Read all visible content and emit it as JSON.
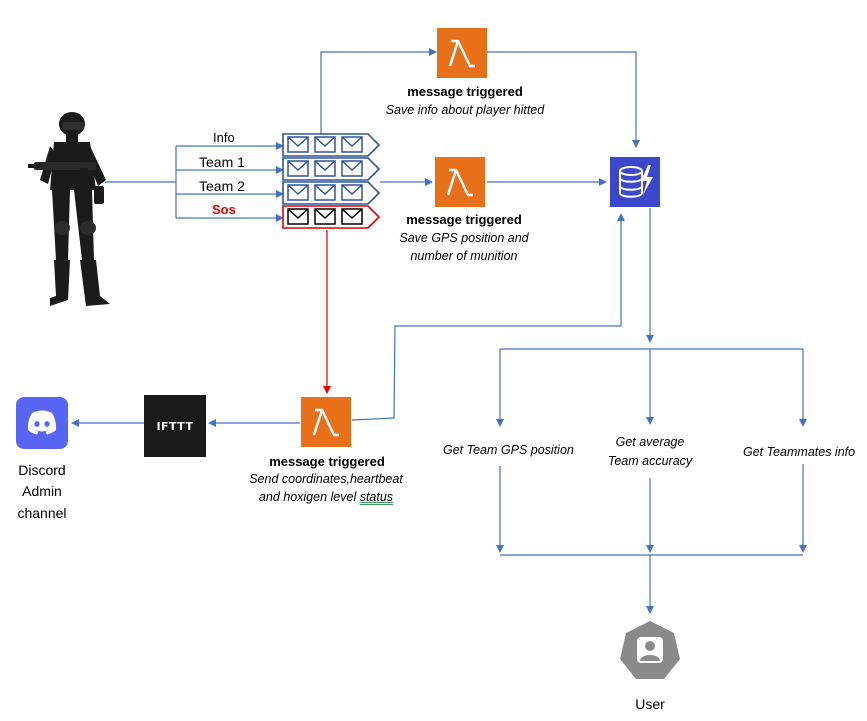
{
  "colors": {
    "connector": "#4472c4",
    "sos": "#e00000",
    "lambda": "#e8701a",
    "dynamo": "#3b48cc",
    "discord": "#5865f2",
    "ifttt": "#1a1a1a",
    "user_icon": "#8a8a8a"
  },
  "icons": {
    "soldier": "soldier-figure",
    "queue": "envelope-queue-icon",
    "lambda": "lambda-icon",
    "database": "dynamodb-icon",
    "discord": "discord-icon",
    "ifttt": "ifttt-icon",
    "user": "user-icon"
  },
  "topics": {
    "info": "Info",
    "team1": "Team 1",
    "team2": "Team 2",
    "sos": "Sos"
  },
  "lambda_top": {
    "title": "message triggered",
    "desc": "Save info about player hitted"
  },
  "lambda_mid": {
    "title": "message triggered",
    "desc_line1": "Save GPS position and",
    "desc_line2": "number of munition"
  },
  "lambda_bottom": {
    "title": "message triggered",
    "desc_line1": "Send coordinates,heartbeat",
    "desc_line2_a": "and hoxigen level ",
    "desc_line2_b": "status"
  },
  "ifttt": {
    "label": "IFTTT"
  },
  "discord": {
    "line1": "Discord",
    "line2": "Admin",
    "line3": "channel"
  },
  "queries": {
    "gps": "Get Team GPS position",
    "accuracy_line1": "Get average",
    "accuracy_line2": "Team accuracy",
    "teammates": "Get Teammates info"
  },
  "user": {
    "label": "User"
  }
}
